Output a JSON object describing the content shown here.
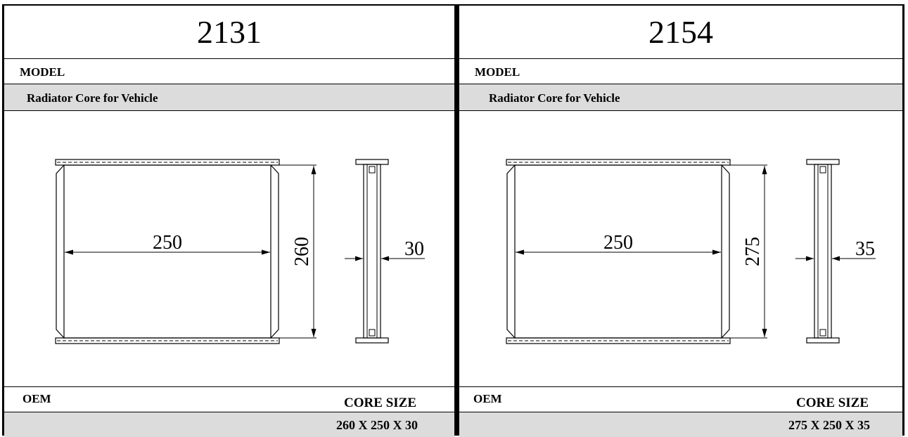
{
  "cards": [
    {
      "model_number": "2131",
      "model_label": "MODEL",
      "description": "Radiator Core for  Vehicle",
      "oem_label": "OEM",
      "core_size_label": "CORE SIZE",
      "core_size": "260 X 250 X 30",
      "dims": {
        "width": "250",
        "height": "260",
        "depth": "30"
      }
    },
    {
      "model_number": "2154",
      "model_label": "MODEL",
      "description": "Radiator Core for  Vehicle",
      "oem_label": "OEM",
      "core_size_label": "CORE SIZE",
      "core_size": "275 X 250 X 35",
      "dims": {
        "width": "250",
        "height": "275",
        "depth": "35"
      }
    }
  ]
}
